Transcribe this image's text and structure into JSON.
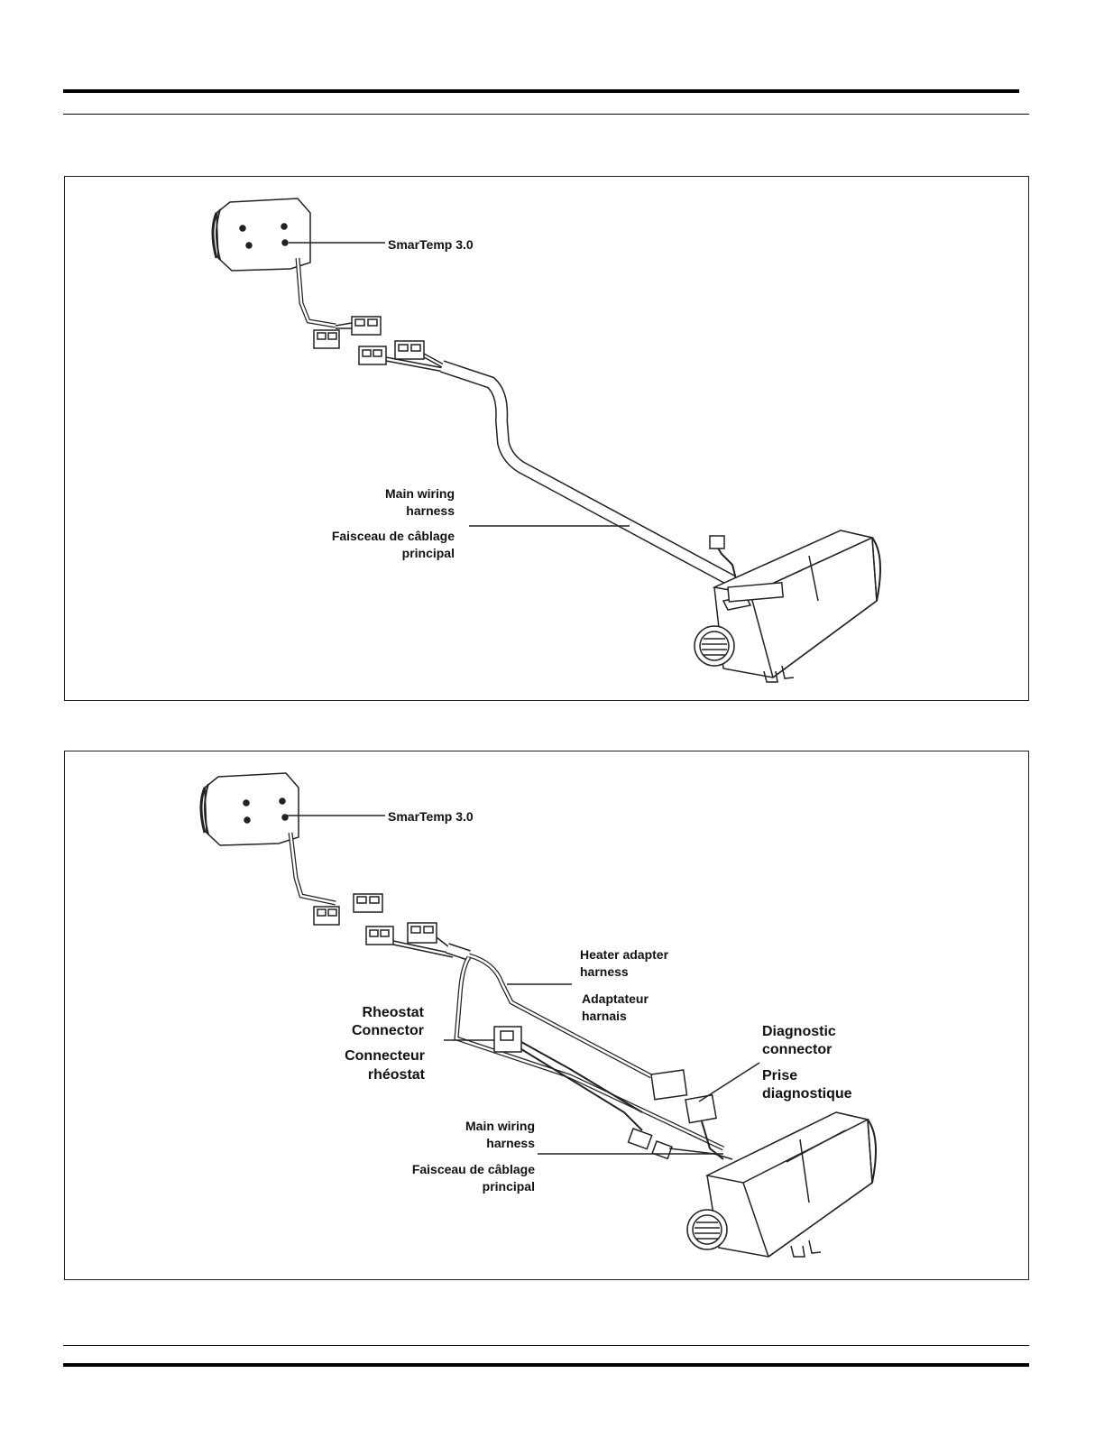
{
  "figure1": {
    "labels": {
      "controller": "SmarTemp 3.0",
      "main_harness_en_1": "Main wiring",
      "main_harness_en_2": "harness",
      "main_harness_fr_1": "Faisceau de câblage",
      "main_harness_fr_2": "principal"
    }
  },
  "figure2": {
    "labels": {
      "controller": "SmarTemp 3.0",
      "adapter_en_1": "Heater adapter",
      "adapter_en_2": "harness",
      "adapter_fr_1": "Adaptateur",
      "adapter_fr_2": "harnais",
      "rheostat_en_1": "Rheostat",
      "rheostat_en_2": "Connector",
      "rheostat_fr_1": "Connecteur",
      "rheostat_fr_2": "rhéostat",
      "diagnostic_en_1": "Diagnostic",
      "diagnostic_en_2": "connector",
      "diagnostic_fr_1": "Prise",
      "diagnostic_fr_2": "diagnostique",
      "main_harness_en_1": "Main wiring",
      "main_harness_en_2": "harness",
      "main_harness_fr_1": "Faisceau de câblage",
      "main_harness_fr_2": "principal"
    }
  }
}
